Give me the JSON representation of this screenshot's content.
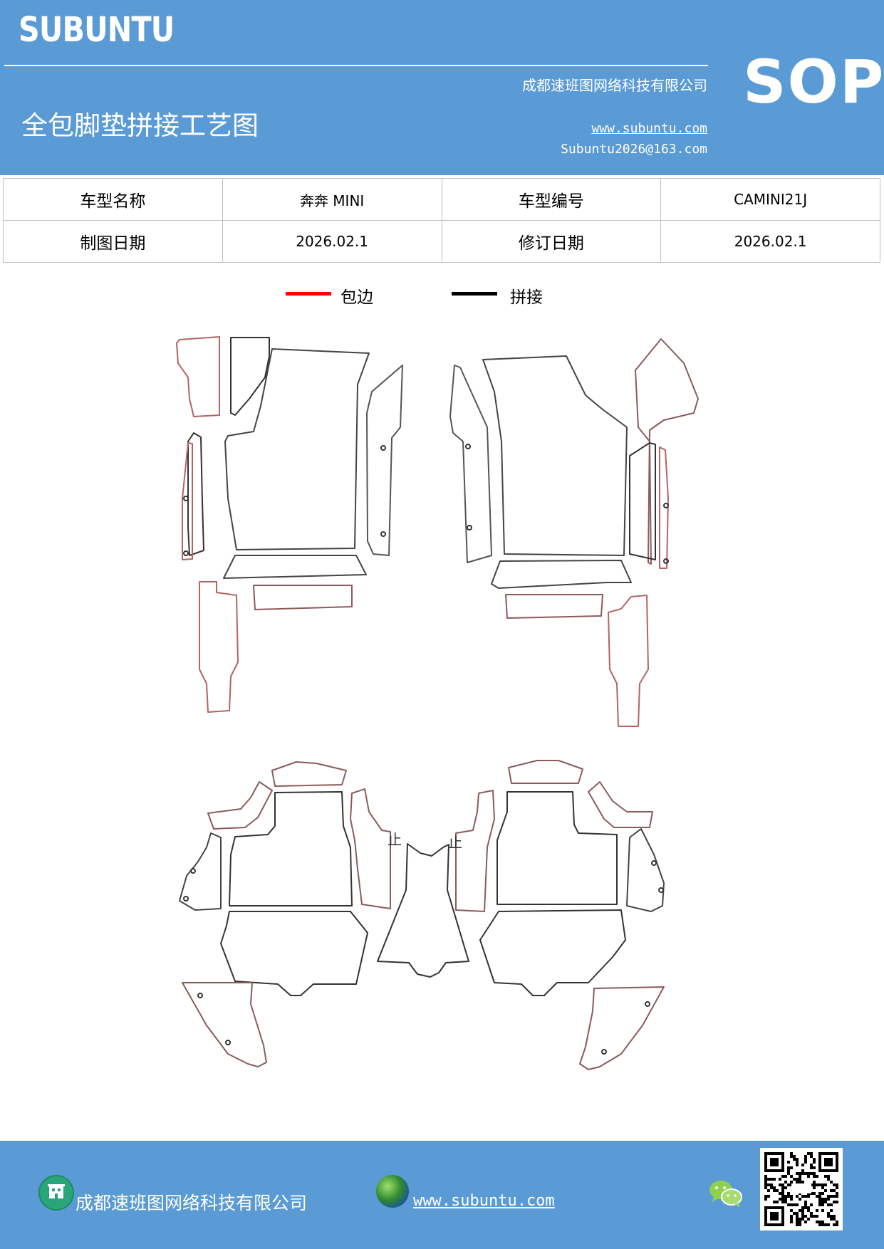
{
  "header": {
    "brand": "SUBUNTU",
    "company": "成都速班图网络科技有限公司",
    "title": "全包脚垫拼接工艺图",
    "website": "www.subuntu.com",
    "email": "Subuntu2026@163.com",
    "badge": "SOP"
  },
  "info_table": {
    "model_name_label": "车型名称",
    "model_name_value": "奔奔 MINI",
    "model_code_label": "车型编号",
    "model_code_value": "CAMINI21J",
    "draw_date_label": "制图日期",
    "draw_date_value": "2026.02.1",
    "revise_date_label": "修订日期",
    "revise_date_value": "2026.02.1"
  },
  "legend": {
    "edge_label": "包边",
    "edge_color": "#ff0000",
    "splice_label": "拼接",
    "splice_color": "#000000"
  },
  "diagram": {
    "marks": [
      "止",
      "止"
    ]
  },
  "footer": {
    "company": "成都速班图网络科技有限公司",
    "website": "www.subuntu.com",
    "icons": [
      "building-icon",
      "globe-icon",
      "wechat-icon",
      "qr-code"
    ]
  }
}
